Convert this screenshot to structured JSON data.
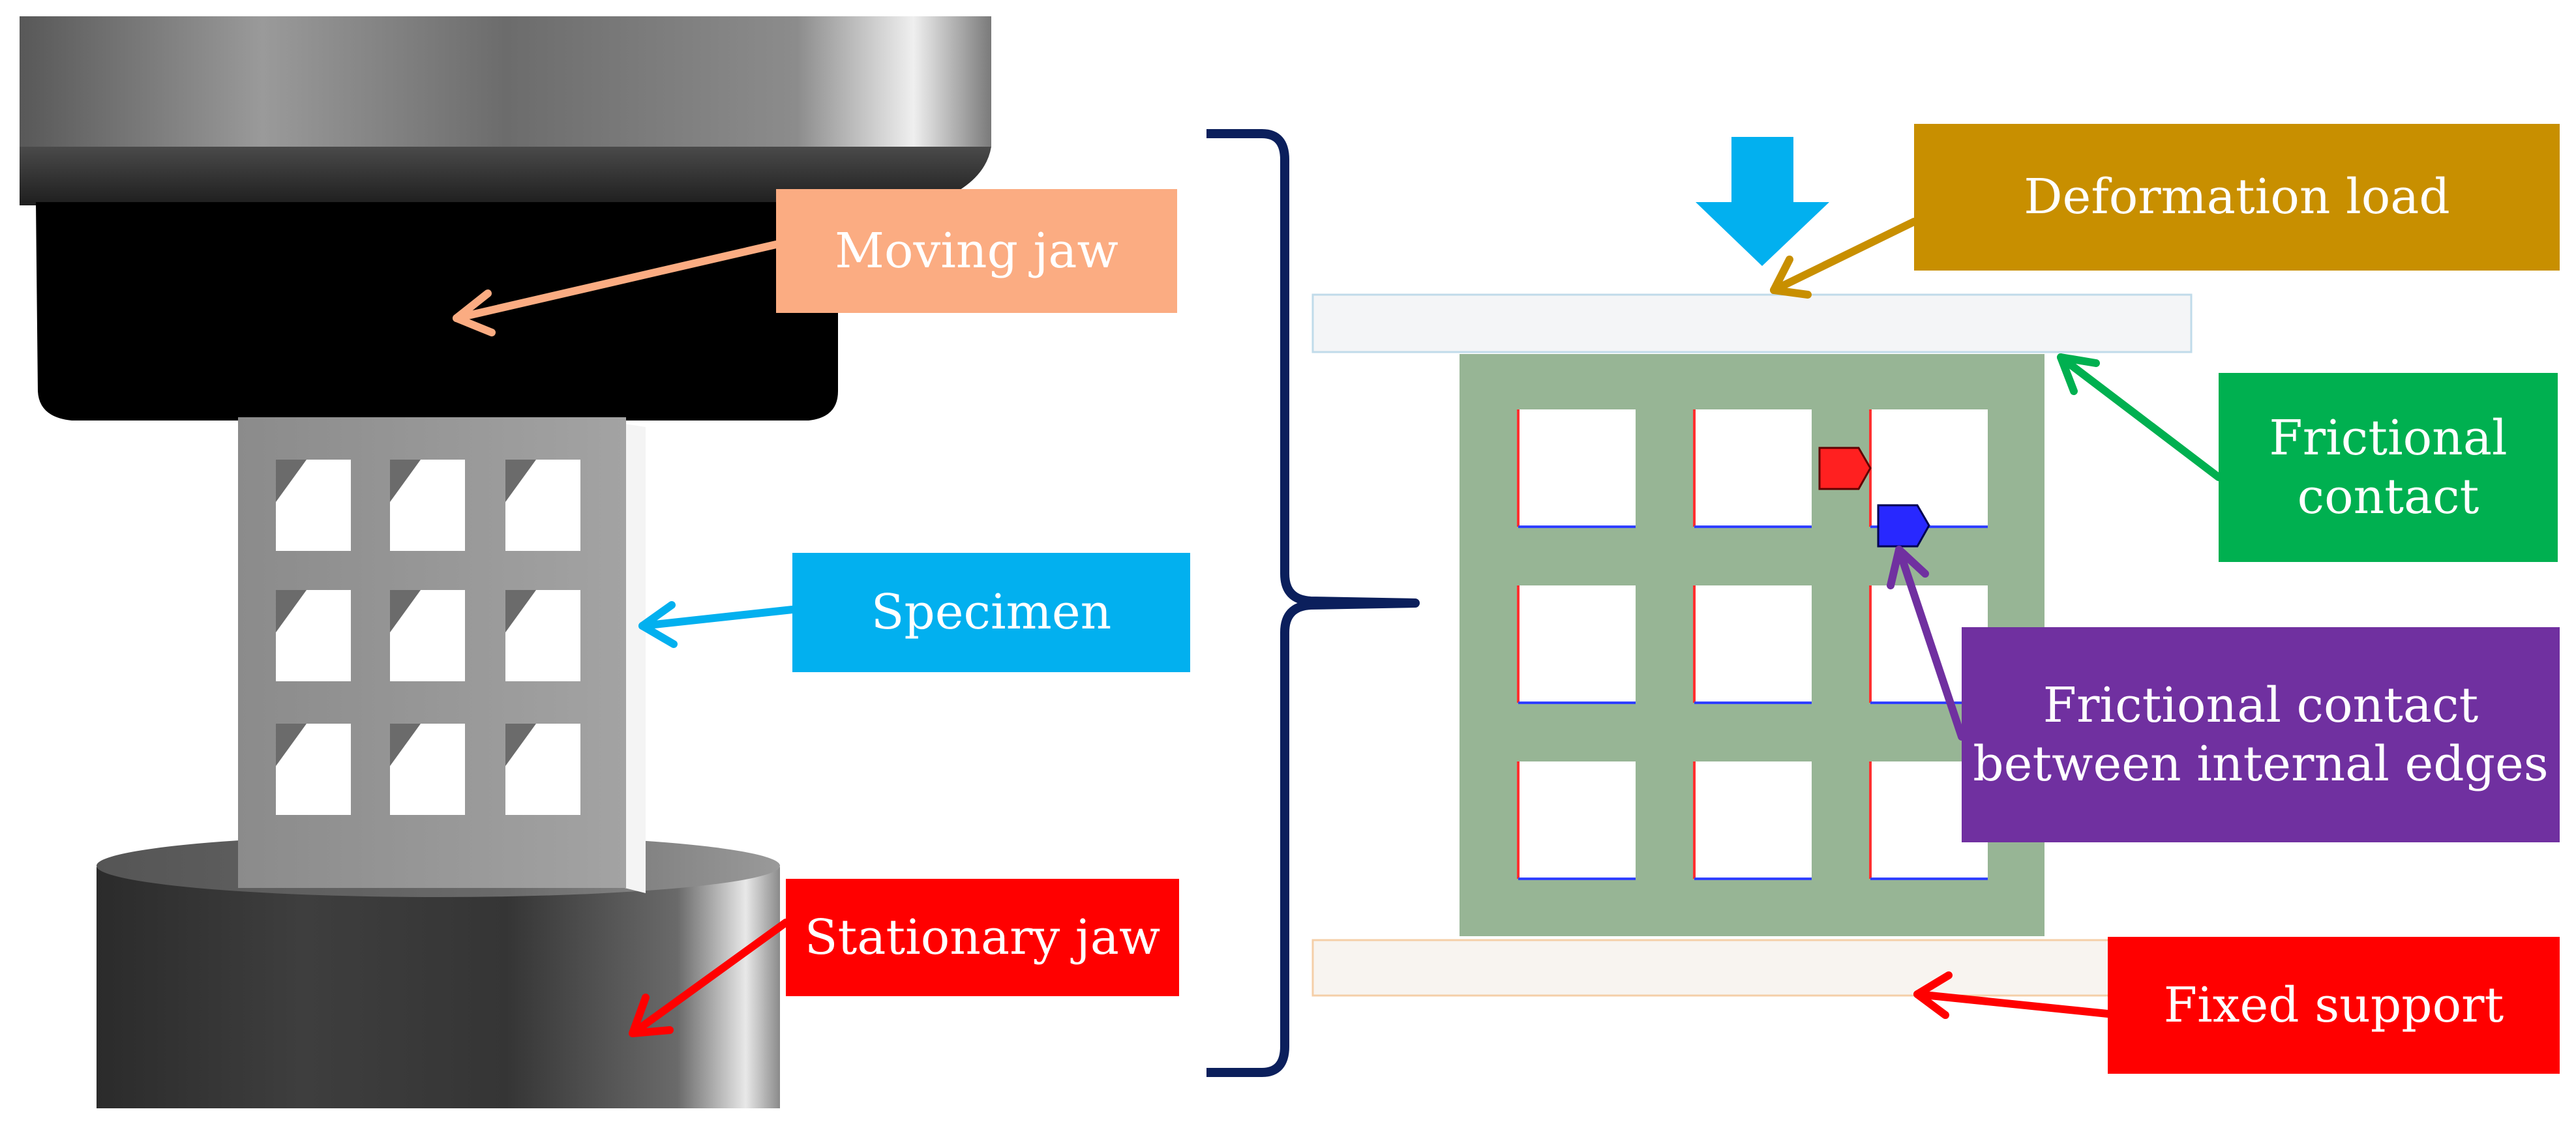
{
  "labels": {
    "moving_jaw": "Moving jaw",
    "specimen": "Specimen",
    "stationary_jaw": "Stationary jaw",
    "deformation_load": "Deformation load",
    "frictional_contact": "Frictional contact",
    "frictional_contact_internal": "Frictional contact between internal edges",
    "fixed_support": "Fixed support"
  },
  "colors": {
    "moving_jaw": "#fbac82",
    "specimen": "#02b0ef",
    "stationary_jaw": "#ff0000",
    "deformation_load": "#c88f00",
    "frictional_contact": "#00b050",
    "frictional_contact_internal": "#7030a0",
    "fixed_support": "#ff0000",
    "load_arrow": "#02b0ef",
    "brace": "#0b1f5c",
    "model_frame": "#97b595"
  }
}
